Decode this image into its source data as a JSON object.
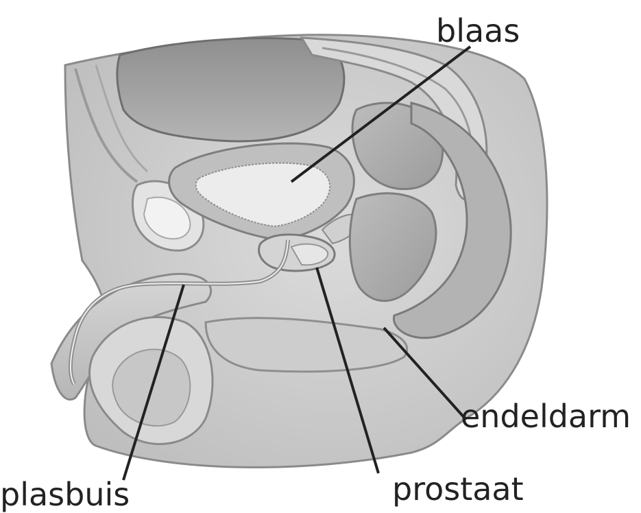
{
  "labels": {
    "bladder": "blaas",
    "rectum": "endeldarm",
    "urethra": "plasbuis",
    "prostate": "prostaat"
  },
  "colors": {
    "background": "#ffffff",
    "tissue_light": "#e6e6e6",
    "tissue_mid": "#c4c4c4",
    "tissue_dark": "#8a8a8a",
    "outline": "#7a7a7a",
    "leader_line": "#222222",
    "text": "#222222"
  }
}
